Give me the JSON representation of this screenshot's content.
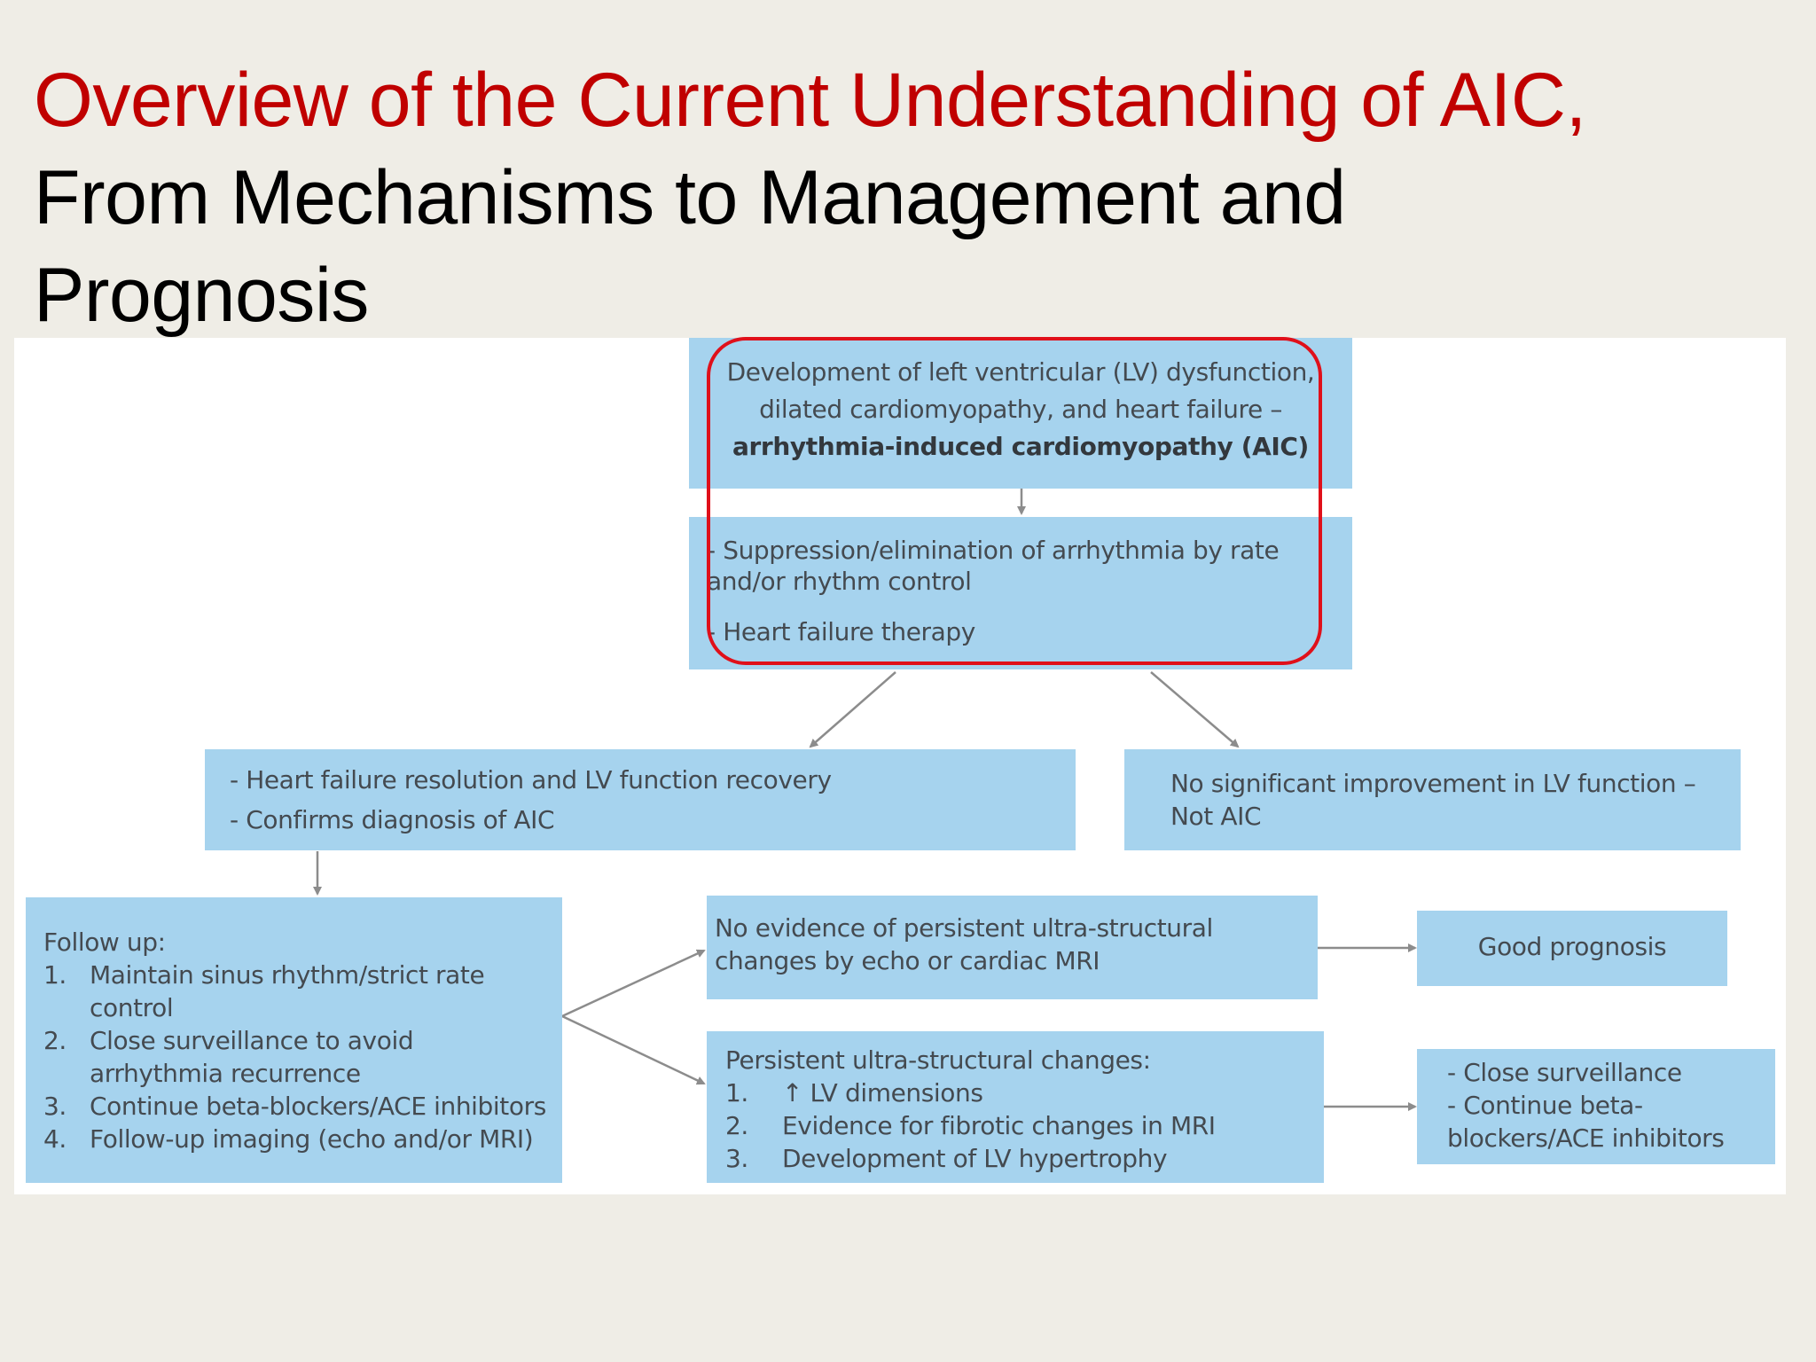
{
  "title": {
    "line1": "Overview of the Current Understanding of AIC,",
    "line2": "From Mechanisms to Management and",
    "line3": "Prognosis"
  },
  "colors": {
    "title_accent": "#c00000",
    "box_fill": "#a6d3ee",
    "highlight": "#e0101a",
    "arrow": "#8c8c8c"
  },
  "diagram": {
    "top_box": {
      "line1": "Development of left ventricular (LV) dysfunction,",
      "line2": "dilated cardiomyopathy, and heart failure –",
      "line3": "arrhythmia-induced cardiomyopathy (AIC)"
    },
    "therapy_box": {
      "item1": "- Suppression/elimination of arrhythmia by rate and/or rhythm control",
      "item2": "- Heart failure therapy"
    },
    "recovery_box": {
      "item1": "- Heart failure resolution and LV function recovery",
      "item2": "- Confirms diagnosis of AIC"
    },
    "no_improvement_box": {
      "text": "No significant improvement in LV function – Not AIC"
    },
    "follow_up_box": {
      "heading": "Follow up:",
      "items": [
        {
          "num": "1.",
          "text": "Maintain sinus rhythm/strict rate control"
        },
        {
          "num": "2.",
          "text": "Close surveillance to avoid arrhythmia recurrence"
        },
        {
          "num": "3.",
          "text": "Continue beta-blockers/ACE inhibitors"
        },
        {
          "num": "4.",
          "text": "Follow-up imaging (echo and/or MRI)"
        }
      ]
    },
    "no_changes_box": {
      "text": "No evidence of persistent ultra-structural changes by echo or cardiac MRI"
    },
    "good_prognosis_box": {
      "text": "Good prognosis"
    },
    "persistent_box": {
      "heading": "Persistent ultra-structural changes:",
      "items": [
        {
          "num": "1.",
          "text": "↑ LV dimensions"
        },
        {
          "num": "2.",
          "text": "Evidence for fibrotic changes in MRI"
        },
        {
          "num": "3.",
          "text": "Development of LV hypertrophy"
        }
      ]
    },
    "surveillance_box": {
      "item1": "- Close surveillance",
      "item2": "- Continue beta-blockers/ACE inhibitors"
    }
  }
}
